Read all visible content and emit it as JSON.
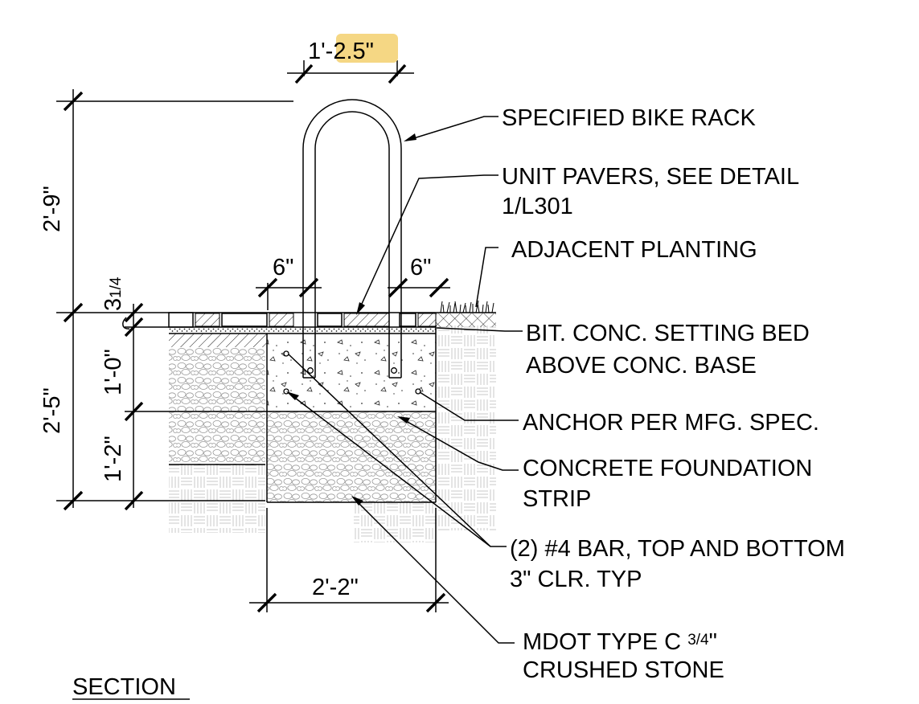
{
  "drawing": {
    "top_width_dim": {
      "prefix": "1'-",
      "highlight": "2.5\""
    },
    "height_above_dim": "2'-9\"",
    "depth_total_dim": "2'-5\"",
    "depth_upper_dim": "1'-0\"",
    "depth_lower_dim": "1'-2\"",
    "paver_dim_whole": "3",
    "paver_dim_frac": "1/4",
    "offset_left_dim": "6\"",
    "offset_right_dim": "6\"",
    "foundation_width_dim": "2'-2\"",
    "section_title": "SECTION"
  },
  "callouts": [
    {
      "lines": [
        "SPECIFIED BIKE RACK"
      ]
    },
    {
      "lines": [
        "UNIT PAVERS, SEE DETAIL",
        "1/L301"
      ]
    },
    {
      "lines": [
        "ADJACENT PLANTING"
      ]
    },
    {
      "lines": [
        "BIT. CONC. SETTING BED",
        "ABOVE CONC. BASE"
      ]
    },
    {
      "lines": [
        "ANCHOR PER MFG. SPEC."
      ]
    },
    {
      "lines": [
        "CONCRETE FOUNDATION",
        "STRIP"
      ]
    },
    {
      "lines": [
        "(2) #4  BAR, TOP AND BOTTOM",
        "3\" CLR. TYP"
      ]
    },
    {
      "lines": [
        "MDOT TYPE C ",
        "CRUSHED STONE"
      ],
      "fraction": "3/4",
      "suffix": "\""
    }
  ],
  "colors": {
    "highlight": "#f5d784",
    "line": "#000000",
    "hatch": "#b8b8b8"
  }
}
